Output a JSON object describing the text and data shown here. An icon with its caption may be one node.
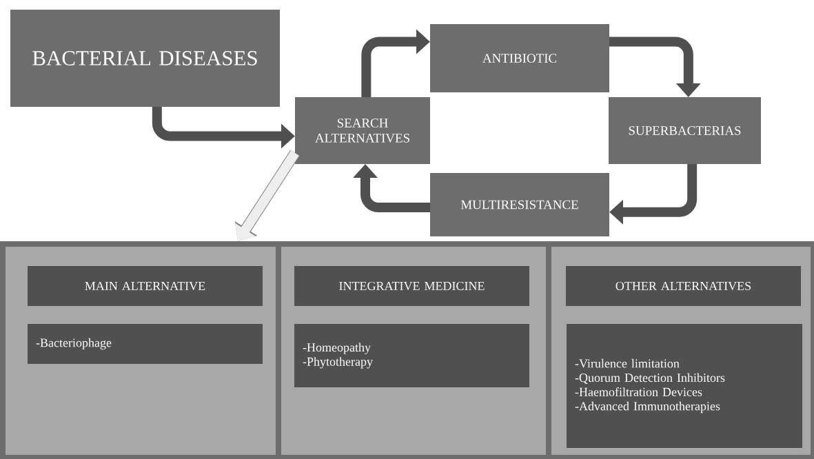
{
  "diagram": {
    "nodes": [
      {
        "text": [
          "BACTERIAL DISEASES"
        ]
      },
      {
        "text": [
          "SEARCH ALTERNATIVES"
        ]
      },
      {
        "text": [
          "ANTIBIOTIC"
        ]
      },
      {
        "text": [
          "SUPERBACTERIAS"
        ]
      },
      {
        "text": [
          "MULTIRESISTANCE"
        ]
      },
      {
        "text": [],
        "shape": "box"
      },
      {
        "text": [],
        "shape": "box",
        "in": 5
      },
      {
        "text": [],
        "shape": "box",
        "in": 5
      },
      {
        "text": [],
        "shape": "box",
        "in": 5
      },
      {
        "text": [
          "MAIN ALTERNATIVE"
        ],
        "in": 6
      },
      {
        "text": [
          "-Bacteriophage"
        ],
        "in": 6
      },
      {
        "text": [
          "INTEGRATIVE MEDICINE"
        ],
        "in": 7
      },
      {
        "text": [
          "-Homeopathy",
          "-Phytotherapy"
        ],
        "in": 7
      },
      {
        "text": [
          "OTHER ALTERNATIVES"
        ],
        "in": 8
      },
      {
        "text": [
          "-Virulence limitation",
          "-Quorum Detection Inhibitors",
          "-Haemofiltration Devices",
          "-Advanced Immunotherapies"
        ],
        "in": 8
      }
    ],
    "edges": [
      {
        "from": 0,
        "to": 1,
        "arrow": "to"
      },
      {
        "from": 1,
        "to": 2,
        "arrow": "to"
      },
      {
        "from": 2,
        "to": 3,
        "arrow": "to"
      },
      {
        "from": 3,
        "to": 4,
        "arrow": "to"
      },
      {
        "from": 4,
        "to": 1,
        "arrow": "to"
      },
      {
        "from": 1,
        "to": 5,
        "arrow": "to",
        "color": "#eeeeee"
      }
    ]
  }
}
